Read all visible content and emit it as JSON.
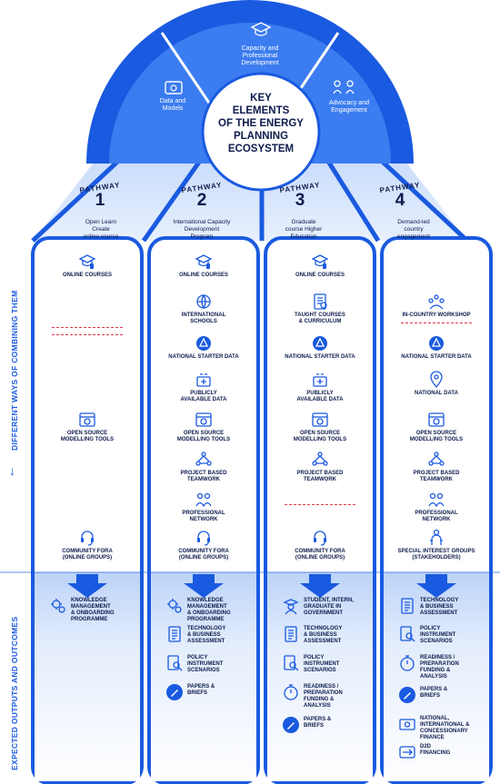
{
  "hub": {
    "title_lines": [
      "KEY",
      "ELEMENTS",
      "OF THE ENERGY",
      "PLANNING",
      "ECOSYSTEM"
    ],
    "segments": [
      {
        "label_lines": [
          "Data and",
          "Models"
        ],
        "icon": "data-models-icon"
      },
      {
        "label_lines": [
          "Capacity and",
          "Professional",
          "Development"
        ],
        "icon": "graduation-cap-icon"
      },
      {
        "label_lines": [
          "Advocacy and",
          "Engagement"
        ],
        "icon": "people-network-icon"
      }
    ]
  },
  "side_labels": {
    "top": "DIFFERENT WAYS OF COMBINING THEM",
    "arrow": "↓",
    "bottom": "EXPECTED OUTPUTS AND OUTCOMES"
  },
  "colors": {
    "primary": "#1a5ae0",
    "dark": "#0d1b4c",
    "light_band": "#cfe0fb",
    "divider": "#e0384b"
  },
  "pathways": [
    {
      "word": "PATHWAY",
      "number": "1",
      "desc_lines": [
        "Open Learn",
        "Create",
        "online course"
      ],
      "items": [
        {
          "icon": "graduation-cap-icon",
          "lines": [
            "ONLINE COURSES"
          ]
        },
        {
          "dash": true
        },
        {
          "dash": true
        },
        {
          "icon": "modelling-tools-icon",
          "lines": [
            "OPEN SOURCE",
            "MODELLING TOOLS"
          ]
        },
        {
          "icon": "headset-icon",
          "lines": [
            "COMMUNITY FORA",
            "(ONLINE GROUPS)"
          ]
        }
      ],
      "outputs": [
        {
          "icon": "gears-icon",
          "lines": [
            "KNOWLEDGE",
            "MANAGEMENT",
            "& ONBOARDING",
            "PROGRAMME"
          ]
        }
      ]
    },
    {
      "word": "PATHWAY",
      "number": "2",
      "desc_lines": [
        "International Capacity",
        "Development",
        "Program"
      ],
      "items": [
        {
          "icon": "graduation-cap-icon",
          "lines": [
            "ONLINE COURSES"
          ]
        },
        {
          "icon": "globe-icon",
          "lines": [
            "INTERNATIONAL",
            "SCHOOLS"
          ]
        },
        {
          "icon": "starter-data-icon",
          "lines": [
            "NATIONAL STARTER DATA"
          ]
        },
        {
          "icon": "public-data-icon",
          "lines": [
            "PUBLICLY",
            "AVAILABLE DATA"
          ]
        },
        {
          "icon": "modelling-tools-icon",
          "lines": [
            "OPEN SOURCE",
            "MODELLING TOOLS"
          ]
        },
        {
          "icon": "teamwork-icon",
          "lines": [
            "PROJECT BASED",
            "TEAMWORK"
          ]
        },
        {
          "icon": "network-icon",
          "lines": [
            "PROFESSIONAL",
            "NETWORK"
          ]
        },
        {
          "icon": "headset-icon",
          "lines": [
            "COMMUNITY FORA",
            "(ONLINE GROUPS)"
          ]
        }
      ],
      "outputs": [
        {
          "icon": "gears-icon",
          "lines": [
            "KNOWLEDGE",
            "MANAGEMENT",
            "& ONBOARDING",
            "PROGRAMME"
          ]
        },
        {
          "icon": "document-icon",
          "lines": [
            "TECHNOLOGY",
            "& BUSINESS",
            "ASSESSMENT"
          ]
        },
        {
          "icon": "search-doc-icon",
          "lines": [
            "POLICY",
            "INSTRUMENT",
            "SCENARIOS"
          ]
        },
        {
          "icon": "pencil-icon",
          "lines": [
            "PAPERS &",
            "BRIEFS"
          ]
        }
      ]
    },
    {
      "word": "PATHWAY",
      "number": "3",
      "desc_lines": [
        "Graduate",
        "course Higher",
        "Education"
      ],
      "items": [
        {
          "icon": "graduation-cap-icon",
          "lines": [
            "ONLINE COURSES"
          ]
        },
        {
          "icon": "curriculum-icon",
          "lines": [
            "TAUGHT COURSES",
            "& CURRICULUM"
          ]
        },
        {
          "icon": "starter-data-icon",
          "lines": [
            "NATIONAL STARTER DATA"
          ]
        },
        {
          "icon": "public-data-icon",
          "lines": [
            "PUBLICLY",
            "AVAILABLE DATA"
          ]
        },
        {
          "icon": "modelling-tools-icon",
          "lines": [
            "OPEN SOURCE",
            "MODELLING TOOLS"
          ]
        },
        {
          "icon": "teamwork-icon",
          "lines": [
            "PROJECT BASED",
            "TEAMWORK"
          ]
        },
        {
          "dash": true
        },
        {
          "icon": "headset-icon",
          "lines": [
            "COMMUNITY FORA",
            "(ONLINE GROUPS)"
          ]
        }
      ],
      "outputs": [
        {
          "icon": "graduate-icon",
          "lines": [
            "STUDENT, INTERN,",
            "GRADUATE IN",
            "GOVERNMENT"
          ]
        },
        {
          "icon": "document-icon",
          "lines": [
            "TECHNOLOGY",
            "& BUSINESS",
            "ASSESSMENT"
          ]
        },
        {
          "icon": "search-doc-icon",
          "lines": [
            "POLICY",
            "INSTRUMENT",
            "SCENARIOS"
          ]
        },
        {
          "icon": "stopwatch-icon",
          "lines": [
            "READINESS /",
            "PREPARATION",
            "FUNDING &",
            "ANALYSIS"
          ]
        },
        {
          "icon": "pencil-icon",
          "lines": [
            "PAPERS &",
            "BRIEFS"
          ]
        }
      ]
    },
    {
      "word": "PATHWAY",
      "number": "4",
      "desc_lines": [
        "Demand-led",
        "country",
        "engagement"
      ],
      "items": [
        {
          "dash": true
        },
        {
          "icon": "workshop-icon",
          "lines": [
            "IN-COUNTRY WORKSHOP"
          ]
        },
        {
          "icon": "starter-data-icon",
          "lines": [
            "NATIONAL STARTER DATA"
          ]
        },
        {
          "icon": "location-icon",
          "lines": [
            "NATIONAL DATA"
          ]
        },
        {
          "icon": "modelling-tools-icon",
          "lines": [
            "OPEN SOURCE",
            "MODELLING TOOLS"
          ]
        },
        {
          "icon": "teamwork-icon",
          "lines": [
            "PROJECT BASED",
            "TEAMWORK"
          ]
        },
        {
          "icon": "network-icon",
          "lines": [
            "PROFESSIONAL",
            "NETWORK"
          ]
        },
        {
          "icon": "stakeholders-icon",
          "lines": [
            "SPECIAL INTEREST GROUPS",
            "(STAKEHOLDERS)"
          ]
        }
      ],
      "outputs": [
        {
          "icon": "document-icon",
          "lines": [
            "TECHNOLOGY",
            "& BUSINESS",
            "ASSESSMENT"
          ]
        },
        {
          "icon": "search-doc-icon",
          "lines": [
            "POLICY",
            "INSTRUMENT",
            "SCENARIOS"
          ]
        },
        {
          "icon": "stopwatch-icon",
          "lines": [
            "READINESS /",
            "PREPARATION",
            "FUNDING &",
            "ANALYSIS"
          ]
        },
        {
          "icon": "pencil-icon",
          "lines": [
            "PAPERS &",
            "BRIEFS"
          ]
        },
        {
          "icon": "finance-icon",
          "lines": [
            "NATIONAL,",
            "INTERNATIONAL &",
            "CONCESSIONARY",
            "FINANCE"
          ]
        },
        {
          "icon": "d2d-icon",
          "lines": [
            "D2D",
            "FINANCING"
          ]
        }
      ]
    }
  ]
}
